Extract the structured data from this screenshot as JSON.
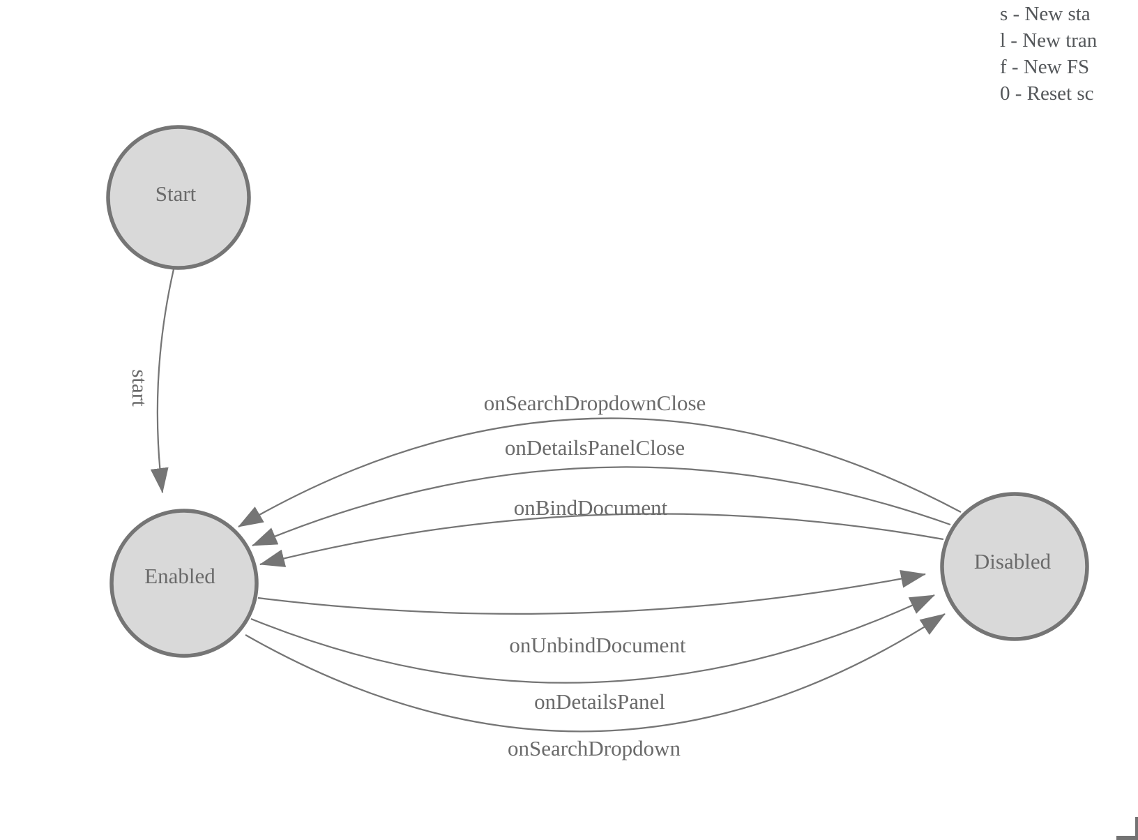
{
  "diagram": {
    "type": "state-machine",
    "nodes": [
      {
        "id": "start",
        "label": "Start"
      },
      {
        "id": "enabled",
        "label": "Enabled"
      },
      {
        "id": "disabled",
        "label": "Disabled"
      }
    ],
    "edges": [
      {
        "label": "start",
        "from": "Start",
        "to": "Enabled"
      },
      {
        "label": "onSearchDropdownClose",
        "from": "Disabled",
        "to": "Enabled"
      },
      {
        "label": "onDetailsPanelClose",
        "from": "Disabled",
        "to": "Enabled"
      },
      {
        "label": "onBindDocument",
        "from": "Disabled",
        "to": "Enabled"
      },
      {
        "label": "onUnbindDocument",
        "from": "Enabled",
        "to": "Disabled"
      },
      {
        "label": "onDetailsPanel",
        "from": "Enabled",
        "to": "Disabled"
      },
      {
        "label": "onSearchDropdown",
        "from": "Enabled",
        "to": "Disabled"
      }
    ]
  },
  "legend": {
    "lines": [
      "s - New sta",
      "l - New tran",
      "f - New FS",
      "0 - Reset sc"
    ]
  },
  "colors": {
    "node_fill": "#d9d9d9",
    "node_stroke": "#757575",
    "edge_stroke": "#757575",
    "label_color": "#6a6a6a",
    "legend_color": "#54575a",
    "bg": "#ffffff"
  }
}
